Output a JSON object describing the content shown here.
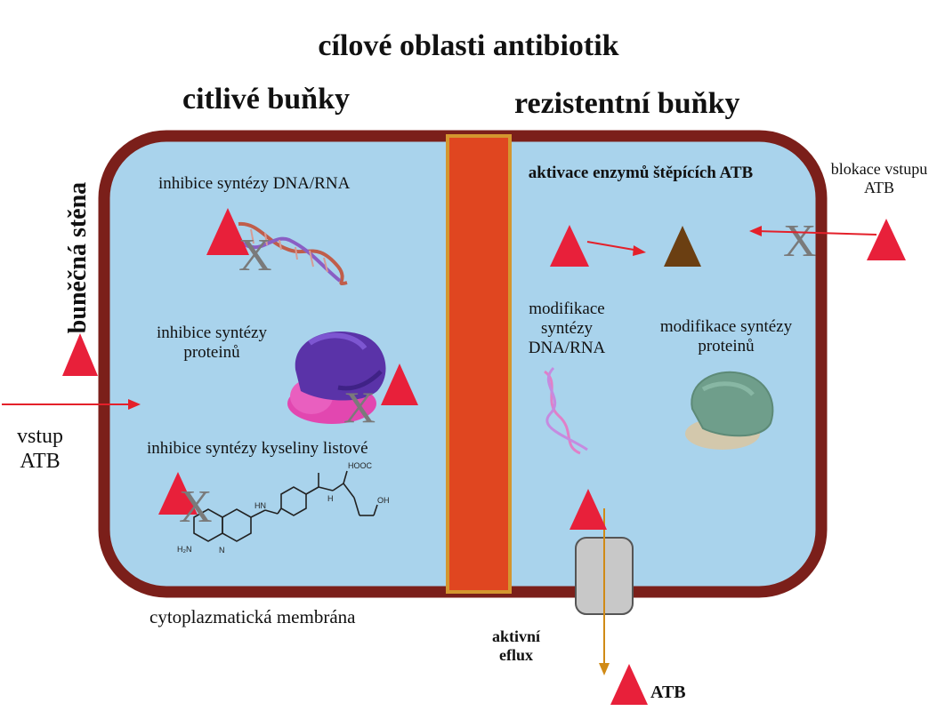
{
  "title": "cílové oblasti antibiotik",
  "sections": {
    "sensitive": "citlivé buňky",
    "resistant": "rezistentní buňky"
  },
  "labels": {
    "cell_wall": "buněčná stěna",
    "inhibit_dna_rna": "inhibice syntézy DNA/RNA",
    "inhibit_protein": "inhibice syntézy proteinů",
    "inhibit_folate": "inhibice syntézy kyseliny listové",
    "entry": "vstup ATB",
    "membrane": "cytoplazmatická membrána",
    "enzyme_activation": "aktivace enzymů štěpících ATB",
    "entry_block": "blokace vstupu ATB",
    "modify_dna_rna": "modifikace syntézy DNA/RNA",
    "modify_protein": "modifikace syntézy proteinů",
    "active_efflux": "aktivní eflux",
    "atb": "ATB"
  },
  "marks": {
    "block_letter": "X"
  },
  "molecule_labels": {
    "hooc": "HOOC",
    "nh": "H",
    "oh": "OH",
    "hn": "HN",
    "h2n": "H₂N",
    "n": "N"
  },
  "colors": {
    "cell_wall": "#7b1f1a",
    "cytoplasm": "#a9d3ec",
    "divider": "#e04620",
    "divider_border": "#d4962f",
    "antibiotic": "#e8203a",
    "degraded_antibiotic": "#6b3f12",
    "pump": "#c8c8c8",
    "efflux_arrow": "#d08a16",
    "arrow": "#e4202a",
    "block_x": "#7a7a7a"
  }
}
